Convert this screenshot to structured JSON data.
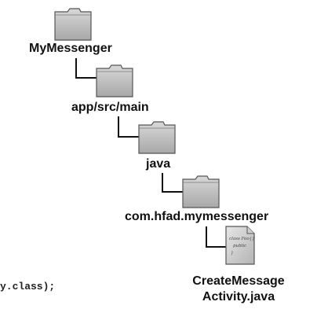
{
  "tree": {
    "root": {
      "label": "MyMessenger",
      "icon": "folder-icon"
    },
    "level1": {
      "label": "app/src/main",
      "icon": "folder-icon"
    },
    "level2": {
      "label": "java",
      "icon": "folder-icon"
    },
    "level3": {
      "label": "com.hfad.mymessenger",
      "icon": "folder-icon"
    },
    "file": {
      "label_line1": "CreateMessage",
      "label_line2": "Activity.java",
      "icon": "java-file-icon",
      "page_text_line1": "class Foo{}",
      "page_text_line2": "public"
    }
  },
  "code_fragment": "y.class);",
  "colors": {
    "folder_fill": "#bdbdbd",
    "folder_stroke": "#555555",
    "text": "#111111"
  }
}
